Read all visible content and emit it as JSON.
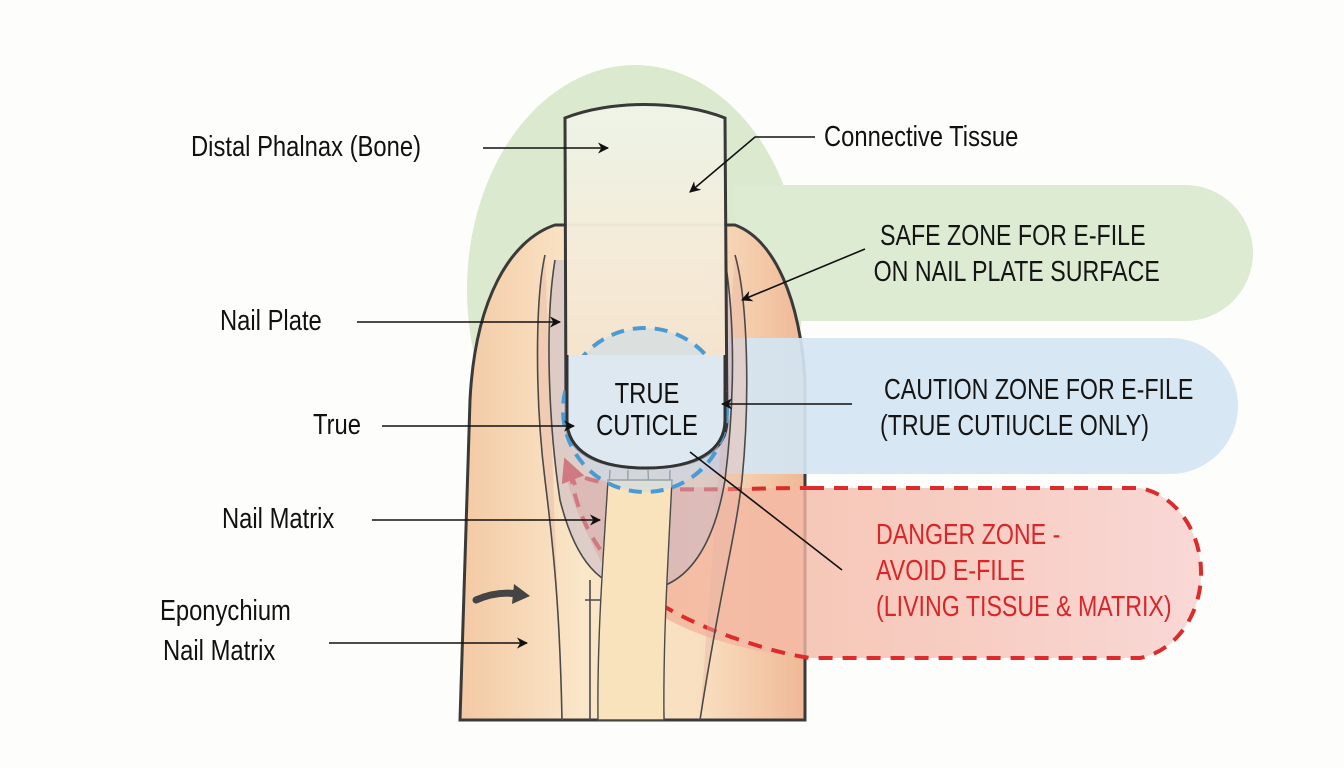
{
  "diagram": {
    "type": "anatomical nail diagram",
    "colors": {
      "safe_zone": "#dcebd2",
      "caution_zone": "#d4e5f2",
      "danger_zone": "#f9d6d4",
      "danger_border": "#dc2b2b",
      "caution_border": "#4a9bd4",
      "skin": "#f6d9b6",
      "outline": "#3a3a3a"
    },
    "left_labels": [
      {
        "id": "distal-phalanx",
        "text": "Distal Phalnax (Bone)"
      },
      {
        "id": "nail-plate",
        "text": "Nail Plate"
      },
      {
        "id": "true",
        "text": "True"
      },
      {
        "id": "nail-matrix",
        "text": "Nail Matrix"
      },
      {
        "id": "eponychium",
        "text": "Eponychium"
      },
      {
        "id": "eponychium-matrix",
        "text": "Nail Matrix"
      }
    ],
    "right_labels": [
      {
        "id": "connective-tissue",
        "text": "Connective Tissue"
      }
    ],
    "center_label": {
      "line1": "TRUE",
      "line2": "CUTICLE"
    },
    "zones": {
      "safe": {
        "line1": "SAFE ZONE FOR E-FILE",
        "line2": "ON NAIL PLATE SURFACE"
      },
      "caution": {
        "line1": "CAUTION ZONE FOR E-FILE",
        "line2": "(TRUE CUTIUCLE ONLY)"
      },
      "danger": {
        "line1": "DANGER ZONE -",
        "line2": "AVOID E-FILE",
        "line3": "(LIVING TISSUE & MATRIX)"
      }
    }
  }
}
